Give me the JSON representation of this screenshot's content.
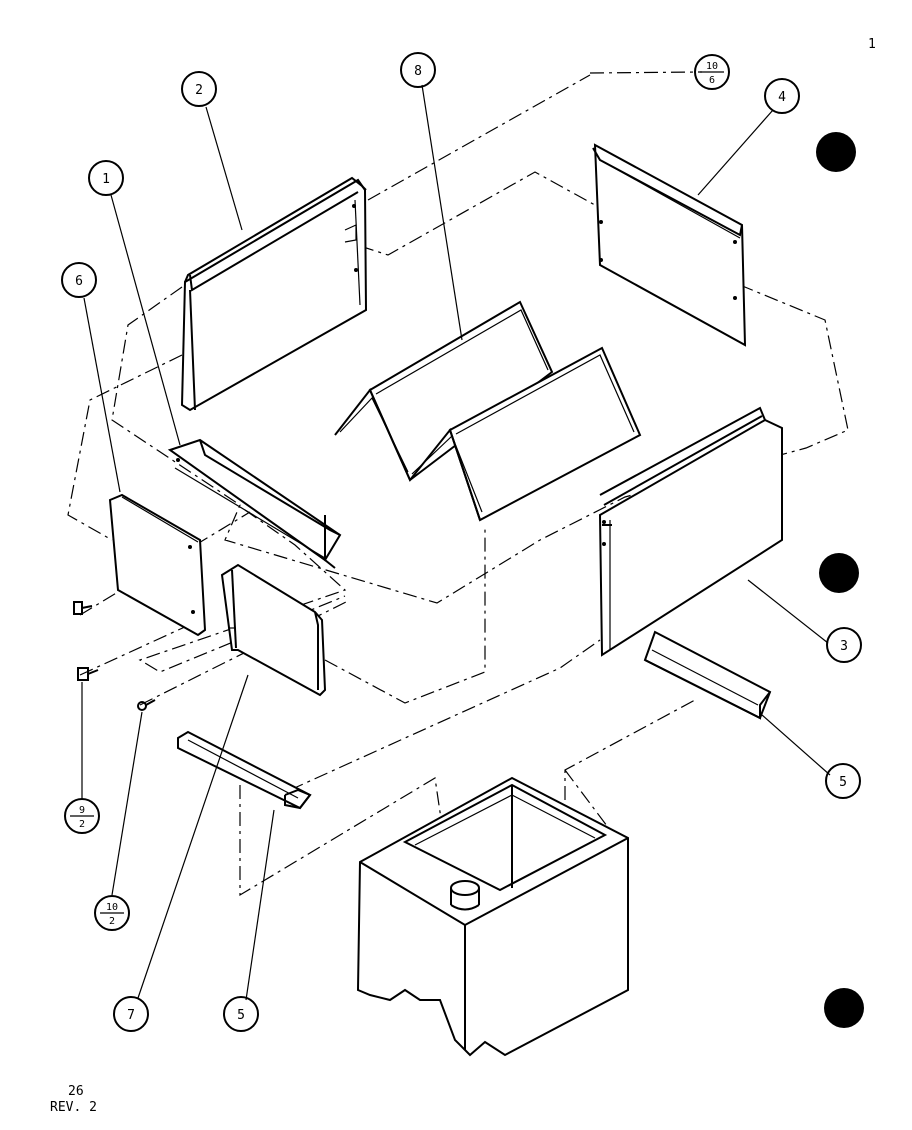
{
  "callouts": [
    {
      "id": "c1",
      "label": "1"
    },
    {
      "id": "c2",
      "label": "2"
    },
    {
      "id": "c3",
      "label": "3"
    },
    {
      "id": "c4",
      "label": "4"
    },
    {
      "id": "c5a",
      "label": "5"
    },
    {
      "id": "c5b",
      "label": "5"
    },
    {
      "id": "c6",
      "label": "6"
    },
    {
      "id": "c7",
      "label": "7"
    },
    {
      "id": "c8",
      "label": "8"
    }
  ],
  "fraction_callouts": [
    {
      "id": "f1",
      "top": "10",
      "bottom": "6"
    },
    {
      "id": "f2",
      "top": "9",
      "bottom": "2"
    },
    {
      "id": "f3",
      "top": "10",
      "bottom": "2"
    }
  ],
  "footer": {
    "page_number": "26",
    "revision": "REV. 2"
  },
  "margin_mark": "1"
}
